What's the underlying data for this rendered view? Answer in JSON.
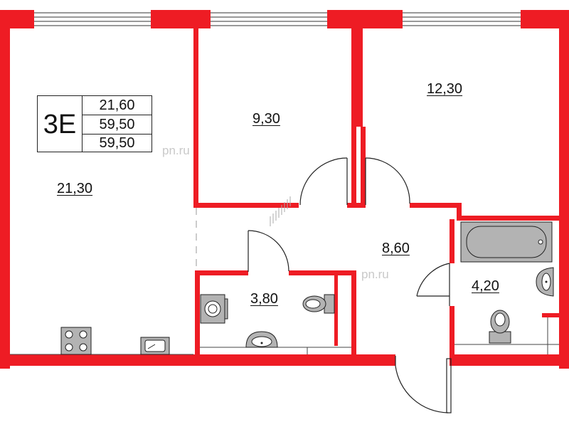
{
  "apartment": {
    "code": "3E",
    "areas": [
      "21,60",
      "59,50",
      "59,50"
    ]
  },
  "rooms": {
    "living_kitchen": "21,30",
    "bedroom_small": "9,30",
    "bedroom_large": "12,30",
    "hallway": "8,60",
    "bathroom_toilet": "3,80",
    "bathroom_tub": "4,20"
  },
  "watermark": "pn.ru",
  "colors": {
    "wall": "#ee1c24",
    "fixture_fill": "#b3b3b3",
    "line": "#222222"
  }
}
